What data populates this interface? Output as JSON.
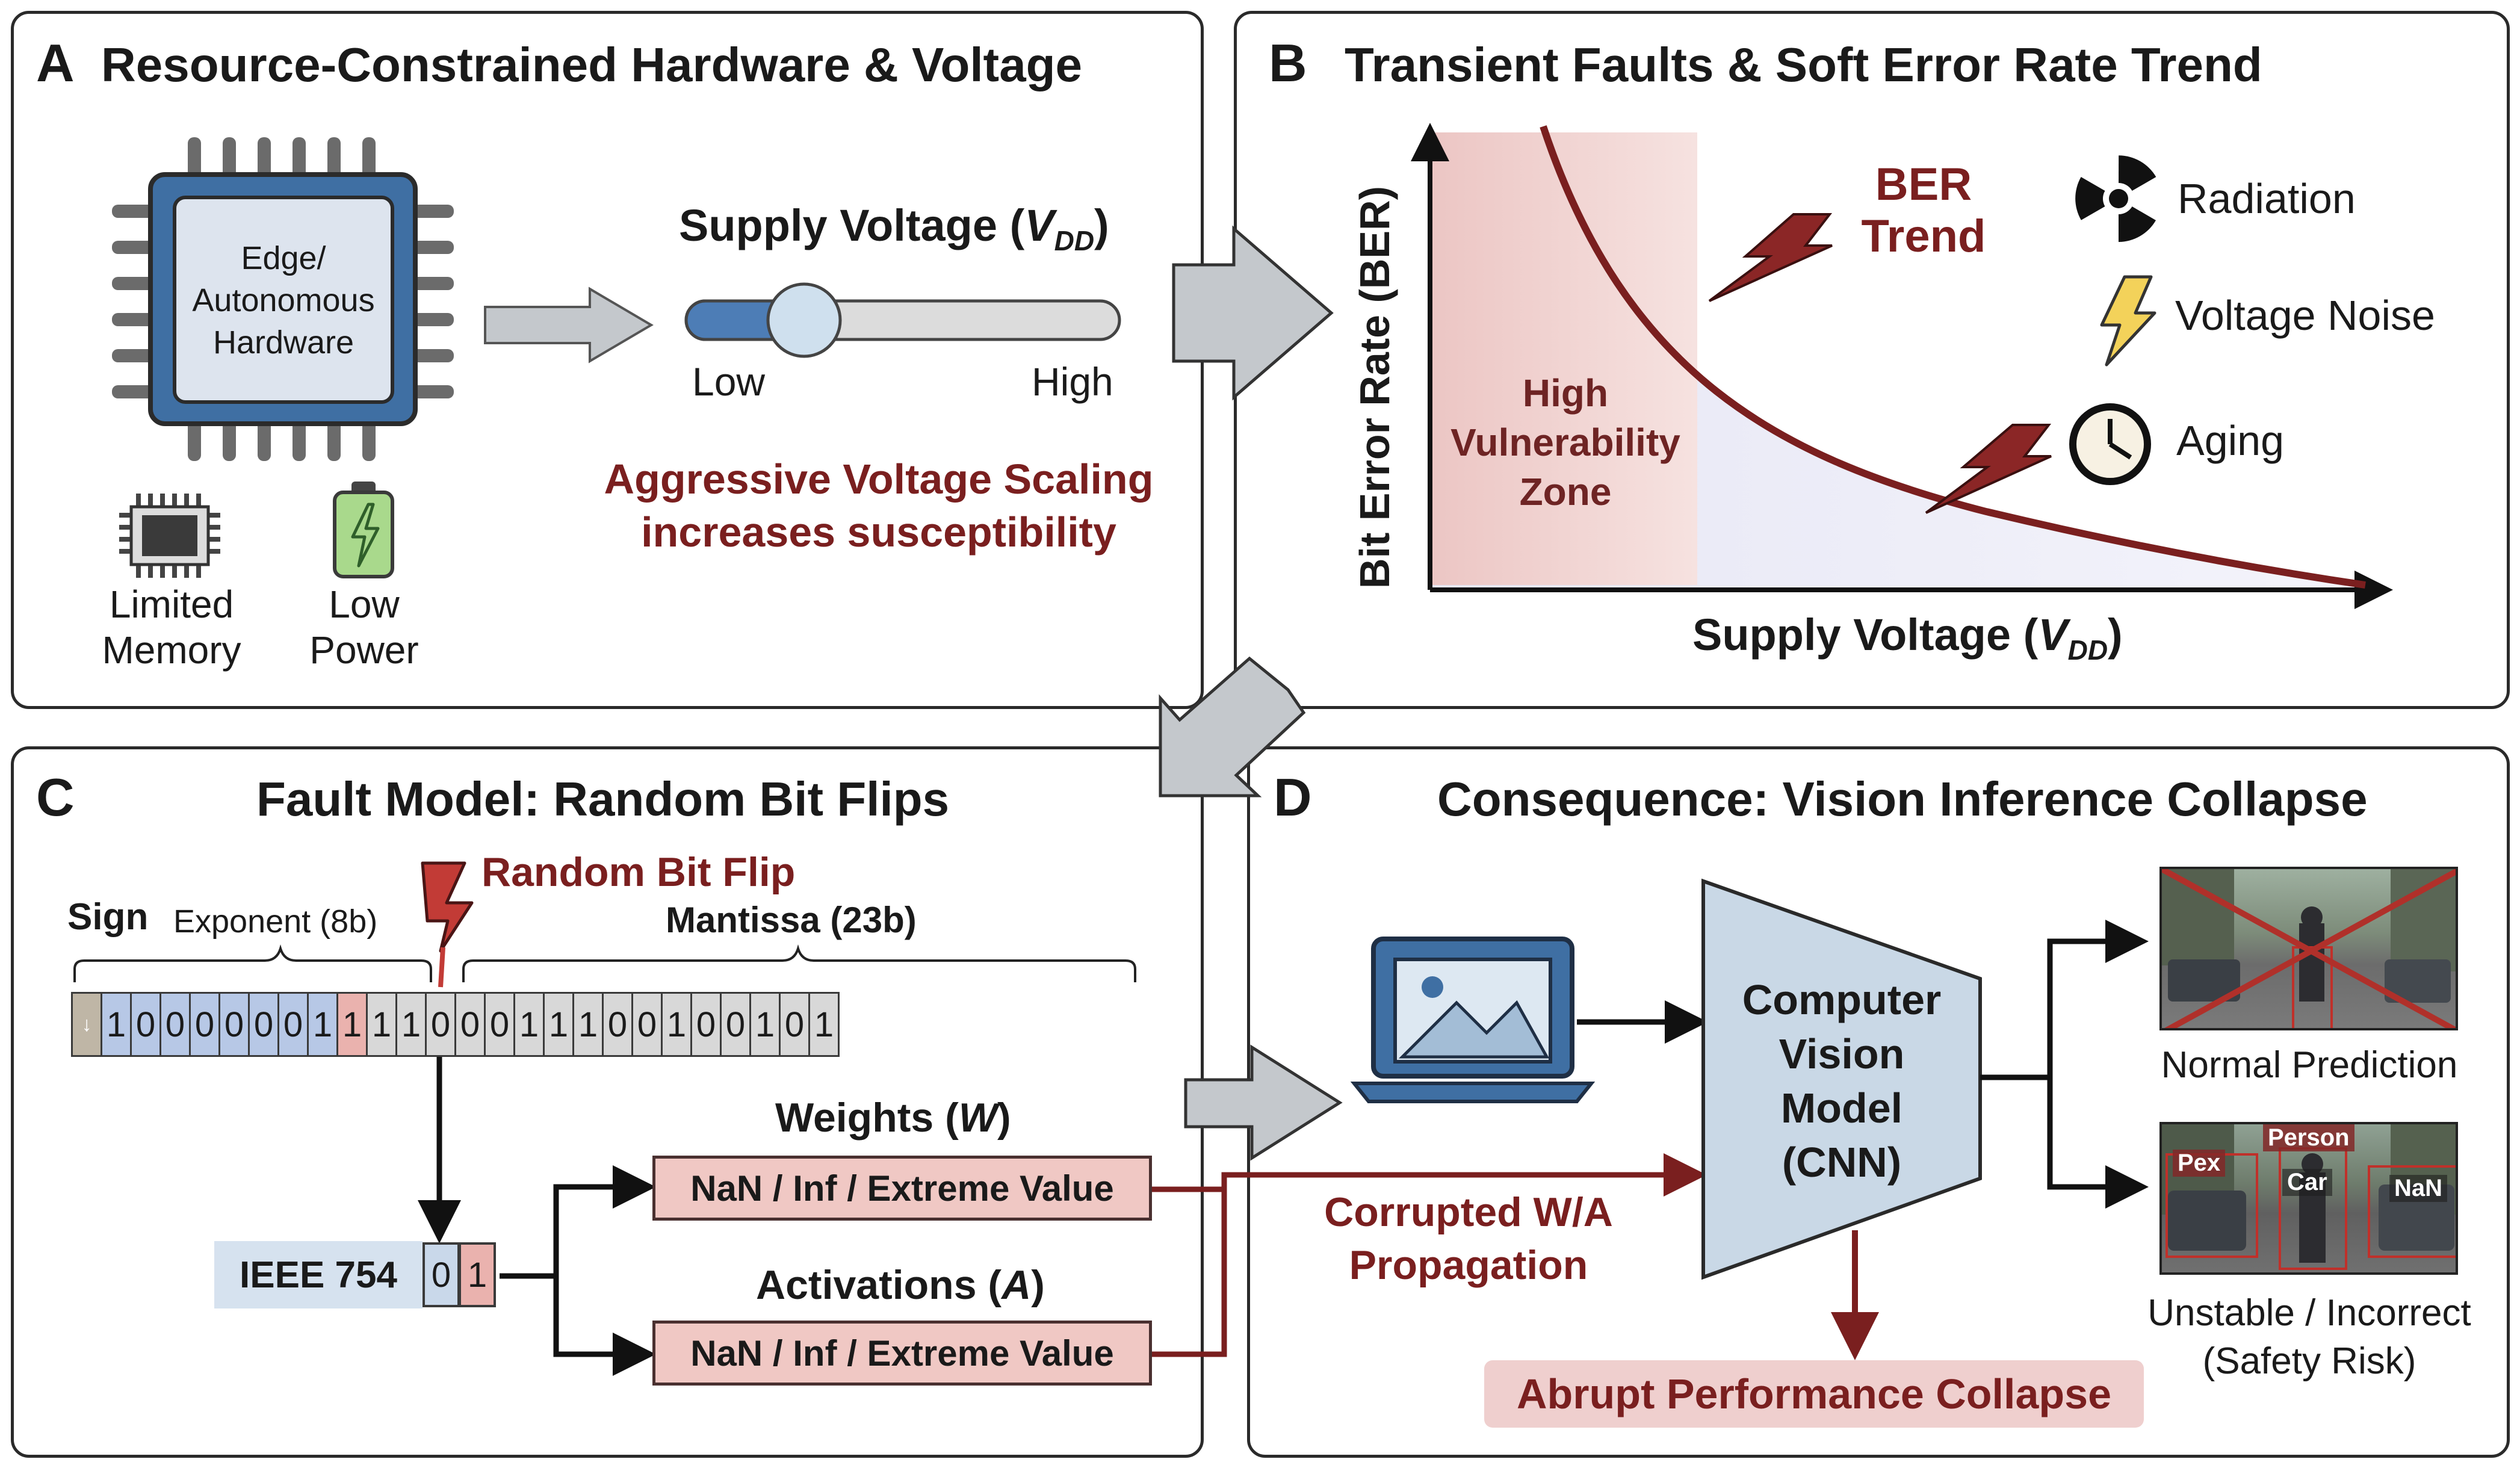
{
  "panel_a": {
    "letter": "A",
    "title": "Resource-Constrained Hardware & Voltage",
    "chip_label": [
      "Edge/",
      "Autonomous",
      "Hardware"
    ],
    "memory_label": [
      "Limited",
      "Memory"
    ],
    "power_label": [
      "Low",
      "Power"
    ],
    "slider_title": "Supply Voltage (",
    "slider_title_v": "V",
    "slider_title_sub": "DD",
    "slider_title_close": ")",
    "slider_value": 0.25,
    "slider_low": "Low",
    "slider_high": "High",
    "scaling_line1": "Aggressive Voltage Scaling",
    "scaling_line2": "increases susceptibility"
  },
  "panel_b": {
    "letter": "B",
    "title": "Transient Faults & Soft Error Rate Trend",
    "y_axis_label": "Bit Error Rate (BER)",
    "x_axis_label": "Supply Voltage (",
    "x_axis_v": "V",
    "x_axis_sub": "DD",
    "x_axis_close": ")",
    "zone_label": [
      "High",
      "Vulnerability",
      "Zone"
    ],
    "ber_label": [
      "BER",
      "Trend"
    ],
    "legend": [
      {
        "icon": "radiation-icon",
        "label": "Radiation"
      },
      {
        "icon": "lightning-icon",
        "label": "Voltage Noise"
      },
      {
        "icon": "clock-icon",
        "label": "Aging"
      }
    ]
  },
  "panel_c": {
    "letter": "C",
    "title": "Fault Model: Random Bit Flips",
    "flip_label": "Random Bit Flip",
    "sign_label": "Sign",
    "exponent_label": "Exponent (8b)",
    "mantissa_label": "Mantissa (23b)",
    "bits": [
      "1",
      "0",
      "0",
      "0",
      "0",
      "0",
      "0",
      "1",
      "1",
      "1",
      "1",
      "0",
      "0",
      "0",
      "1",
      "1",
      "1",
      "0",
      "0",
      "1",
      "0",
      "0",
      "1",
      "0",
      "1"
    ],
    "ieee_label": "IEEE 754",
    "ieee_bits": [
      "0",
      "1"
    ],
    "weights_label": "Weights (",
    "weights_sym": "W",
    "activations_label": "Activations (",
    "activations_sym": "A",
    "close_paren": ")",
    "weights_box": "NaN / Inf / Extreme Value",
    "activations_box": "NaN / Inf / Extreme Value"
  },
  "panel_d": {
    "letter": "D",
    "title": "Consequence: Vision Inference Collapse",
    "model_label": [
      "Computer",
      "Vision",
      "Model",
      "(CNN)"
    ],
    "propagation_label": [
      "Corrupted W/A",
      "Propagation"
    ],
    "normal_label": "Normal Prediction",
    "unstable_label": [
      "Unstable / Incorrect",
      "(Safety Risk)"
    ],
    "collapse_label": "Abrupt Performance Collapse",
    "tags": [
      "Pex",
      "Person",
      "Car",
      "NaN"
    ]
  },
  "colors": {
    "dark_red": "#7a1f1f",
    "chip_blue": "#3f6fa3",
    "light_blue": "#d6e2ef",
    "pink": "#f0c8c4",
    "gray_arrow": "#c4c8cc"
  }
}
